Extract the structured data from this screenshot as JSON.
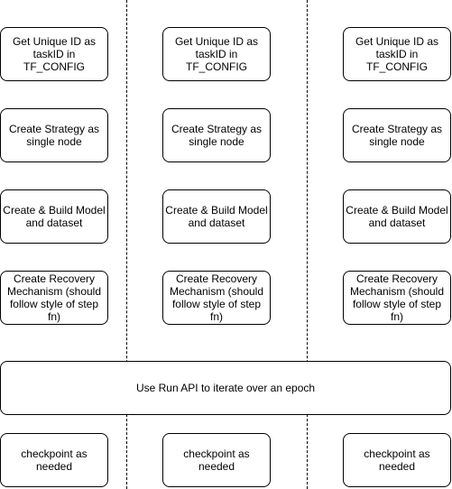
{
  "columns": [
    {
      "steps": [
        "Get Unique ID as\ntaskID in\nTF_CONFIG",
        "Create Strategy as\nsingle node",
        "Create & Build Model\nand dataset",
        "Create Recovery\nMechanism (should\nfollow style of step fn)",
        "checkpoint as\nneeded"
      ]
    },
    {
      "steps": [
        "Get Unique ID as\ntaskID in\nTF_CONFIG",
        "Create Strategy as\nsingle node",
        "Create & Build Model\nand dataset",
        "Create Recovery\nMechanism (should\nfollow style of step fn)",
        "checkpoint as\nneeded"
      ]
    },
    {
      "steps": [
        "Get Unique ID as\ntaskID in\nTF_CONFIG",
        "Create Strategy as\nsingle node",
        "Create & Build Model\nand dataset",
        "Create Recovery\nMechanism (should\nfollow style of step fn)",
        "checkpoint as\nneeded"
      ]
    }
  ],
  "shared_step": "Use Run API to iterate over an epoch"
}
